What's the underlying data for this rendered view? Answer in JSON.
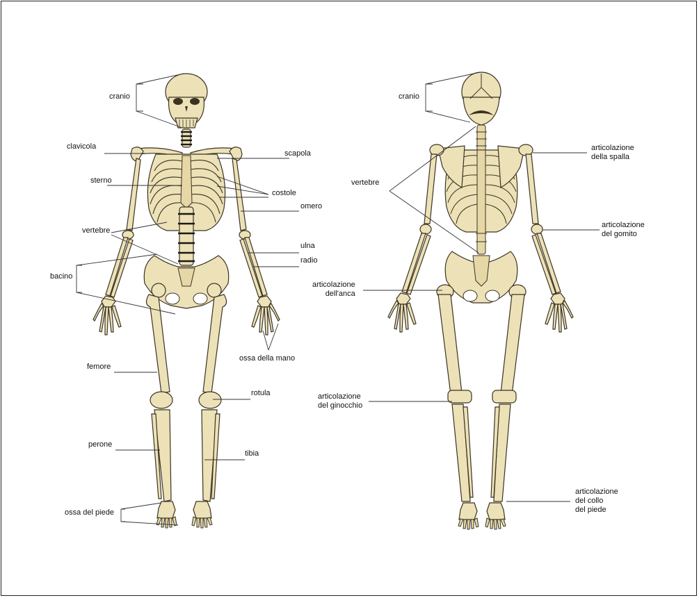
{
  "colors": {
    "bone": "#ede1b7",
    "outline": "#3a3323",
    "leader": "#333333",
    "frame": "#222222"
  },
  "front_view": {
    "labels": {
      "cranio": "cranio",
      "clavicola": "clavicola",
      "scapola": "scapola",
      "sterno": "sterno",
      "costole": "costole",
      "omero": "omero",
      "vertebre": "vertebre",
      "ulna": "ulna",
      "radio": "radio",
      "bacino": "bacino",
      "ossa_della_mano": "ossa della mano",
      "femore": "femore",
      "rotula": "rotula",
      "perone": "perone",
      "tibia": "tibia",
      "ossa_del_piede": "ossa del piede"
    }
  },
  "back_view": {
    "labels": {
      "cranio": "cranio",
      "vertebre": "vertebre",
      "articolazione_spalla": "articolazione\ndella spalla",
      "articolazione_gomito": "articolazione\ndel gomito",
      "articolazione_anca": "articolazione\ndell'anca",
      "articolazione_ginocchio": "articolazione\ndel ginocchio",
      "articolazione_collo_piede": "articolazione\ndel collo\ndel piede"
    }
  }
}
